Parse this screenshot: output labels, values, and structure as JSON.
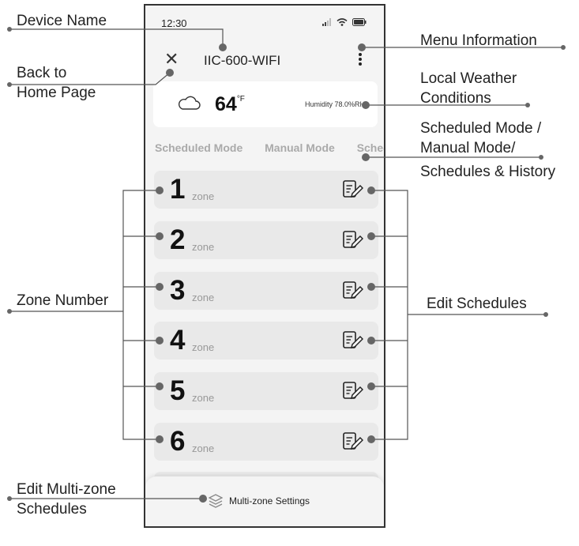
{
  "status": {
    "time": "12:30"
  },
  "header": {
    "device_name": "IIC-600-WIFI"
  },
  "weather": {
    "temperature": "64",
    "unit": "°F",
    "humidity": "Humidity 78.0%RH"
  },
  "tabs": [
    "Scheduled Mode",
    "Manual Mode",
    "Schedules & History"
  ],
  "zones": [
    {
      "number": "1",
      "label": "zone"
    },
    {
      "number": "2",
      "label": "zone"
    },
    {
      "number": "3",
      "label": "zone"
    },
    {
      "number": "4",
      "label": "zone"
    },
    {
      "number": "5",
      "label": "zone"
    },
    {
      "number": "6",
      "label": "zone"
    }
  ],
  "bottom": {
    "multi_zone_label": "Multi-zone Settings"
  },
  "annotations": {
    "device_name": "Device Name",
    "back_line1": "Back to",
    "back_line2": "Home Page",
    "zone_number": "Zone Number",
    "edit_multi_line1": "Edit Multi-zone",
    "edit_multi_line2": "Schedules",
    "menu_information": "Menu Information",
    "weather_line1": "Local Weather",
    "weather_line2": "Conditions",
    "modes_line1": "Scheduled Mode /",
    "modes_line2": "Manual Mode/",
    "modes_line3": "Schedules & History",
    "edit_schedules": "Edit Schedules"
  },
  "icons": [
    "signal-icon",
    "wifi-icon",
    "battery-icon",
    "close-icon",
    "menu-dots-icon",
    "cloud-icon",
    "edit-schedule-icon",
    "layers-icon"
  ]
}
